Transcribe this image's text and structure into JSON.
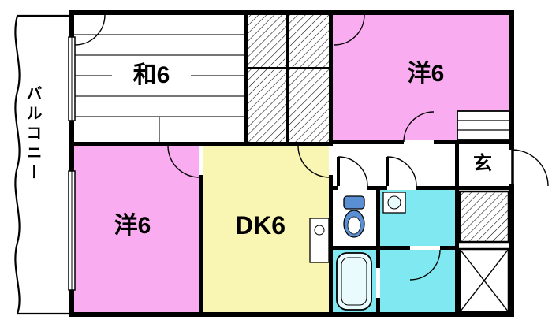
{
  "plan": {
    "balcony_label": "バルコニー",
    "rooms": {
      "washitsu": {
        "label": "和6"
      },
      "western_upper": {
        "label": "洋6"
      },
      "western_lower": {
        "label": "洋6"
      },
      "dining_kitchen": {
        "label": "DK6"
      },
      "entrance": {
        "label": "玄"
      }
    },
    "colors": {
      "wall": "#000000",
      "room_pink": "#F9ACEF",
      "room_yellow": "#F9F5B3",
      "room_cyan": "#7FE8F1",
      "toilet_blue": "#5B8FD4",
      "background": "#FFFFFF"
    }
  }
}
